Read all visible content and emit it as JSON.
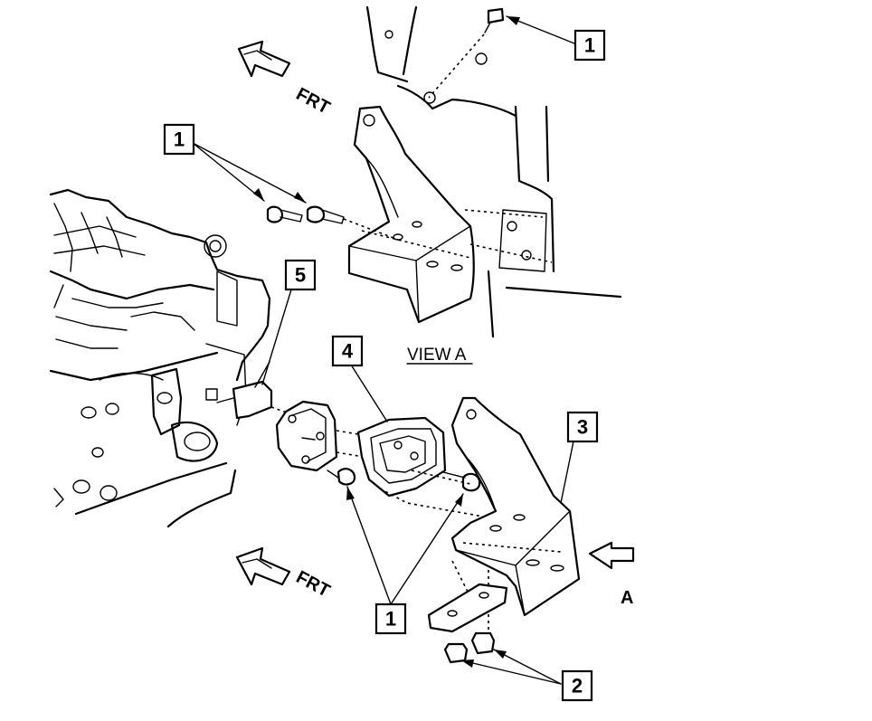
{
  "callouts": {
    "c1_top_right": "1",
    "c1_top_left": "1",
    "c5": "5",
    "c4": "4",
    "c3": "3",
    "c1_bottom": "1",
    "c2": "2"
  },
  "direction_labels": {
    "front_top": "FRT",
    "front_bottom": "FRT",
    "view_arrow": "A"
  },
  "view_label": "VIEW A"
}
